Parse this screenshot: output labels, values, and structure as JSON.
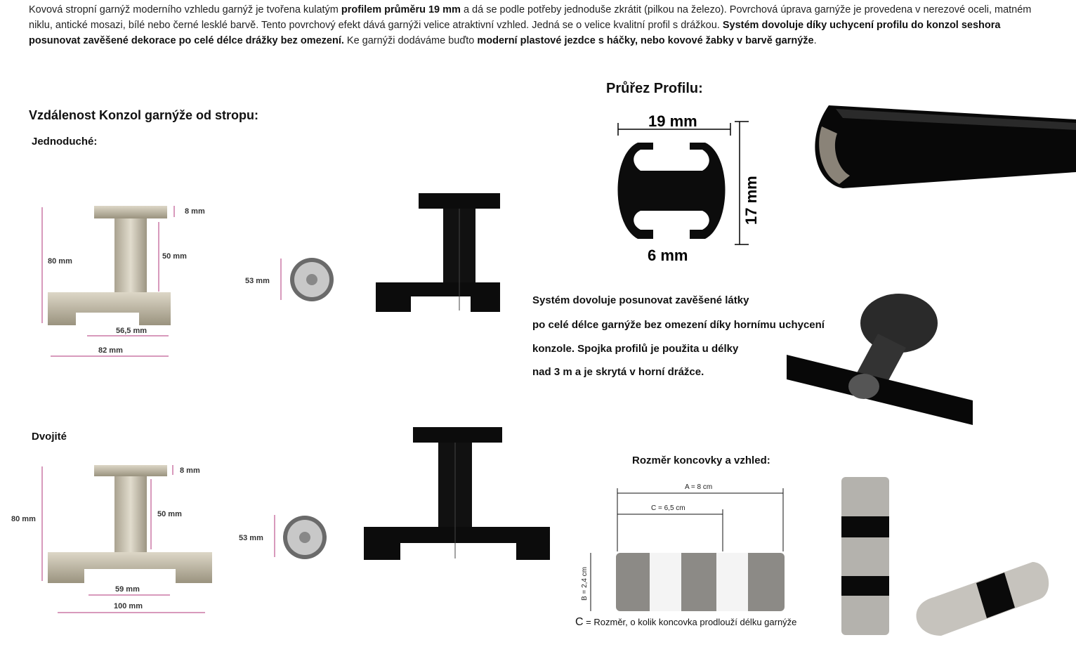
{
  "intro": {
    "p1": "Kovová stropní garnýž moderního vzhledu garnýž je tvořena kulatým ",
    "b1": "profilem průměru 19 mm",
    "p2": " a dá se podle potřeby jednoduše zkrátit (pilkou na železo). Povrchová úprava garnýže je provedena v nerezové oceli, matném niklu, antické mosazi, bílé nebo černé lesklé barvě. Tento povrchový efekt dává garnýži velice atraktivní vzhled. Jedná se o velice kvalitní profil s drážkou. ",
    "b2": "Systém dovoluje díky uchycení profilu do konzol seshora posunovat zavěšené dekorace po celé délce drážky bez omezení.",
    "p3": " Ke garnýži dodáváme buďto ",
    "b3": "moderní plastové jezdce s háčky, nebo kovové žabky v barvě garnýže",
    "p4": "."
  },
  "left": {
    "heading": "Vzdálenost Konzol garnýže od stropu:",
    "single_label": "Jednoduché:",
    "double_label": "Dvojité",
    "single_dims": {
      "top": "8 mm",
      "height": "80 mm",
      "stem": "50 mm",
      "inner": "56,5 mm",
      "width": "82 mm",
      "plate": "53 mm"
    },
    "double_dims": {
      "top": "8 mm",
      "height": "80 mm",
      "stem": "50 mm",
      "inner": "59 mm",
      "width": "100 mm",
      "plate": "53 mm"
    }
  },
  "profile": {
    "heading": "Průřez Profilu:",
    "width": "19 mm",
    "height": "17 mm",
    "slot": "6 mm"
  },
  "system_text": {
    "l1": "Systém dovoluje posunovat zavěšené látky",
    "l2": "po celé délce garnýže bez omezení díky hornímu uchycení",
    "l3": "konzole. Spojka profilů je použita u délky",
    "l4": " nad 3 m a je skrytá v horní drážce."
  },
  "endcap": {
    "heading": "Rozměr koncovky a vzhled:",
    "a": "A = 8 cm",
    "c": "C = 6,5 cm",
    "b": "B = 2,4 cm",
    "note_c": "C",
    "note": " = Rozměr, o kolik koncovka prodlouží délku garnýže"
  },
  "colors": {
    "metal": "#c9c2b2",
    "black": "#0c0c0c",
    "dim": "#b0347a"
  }
}
